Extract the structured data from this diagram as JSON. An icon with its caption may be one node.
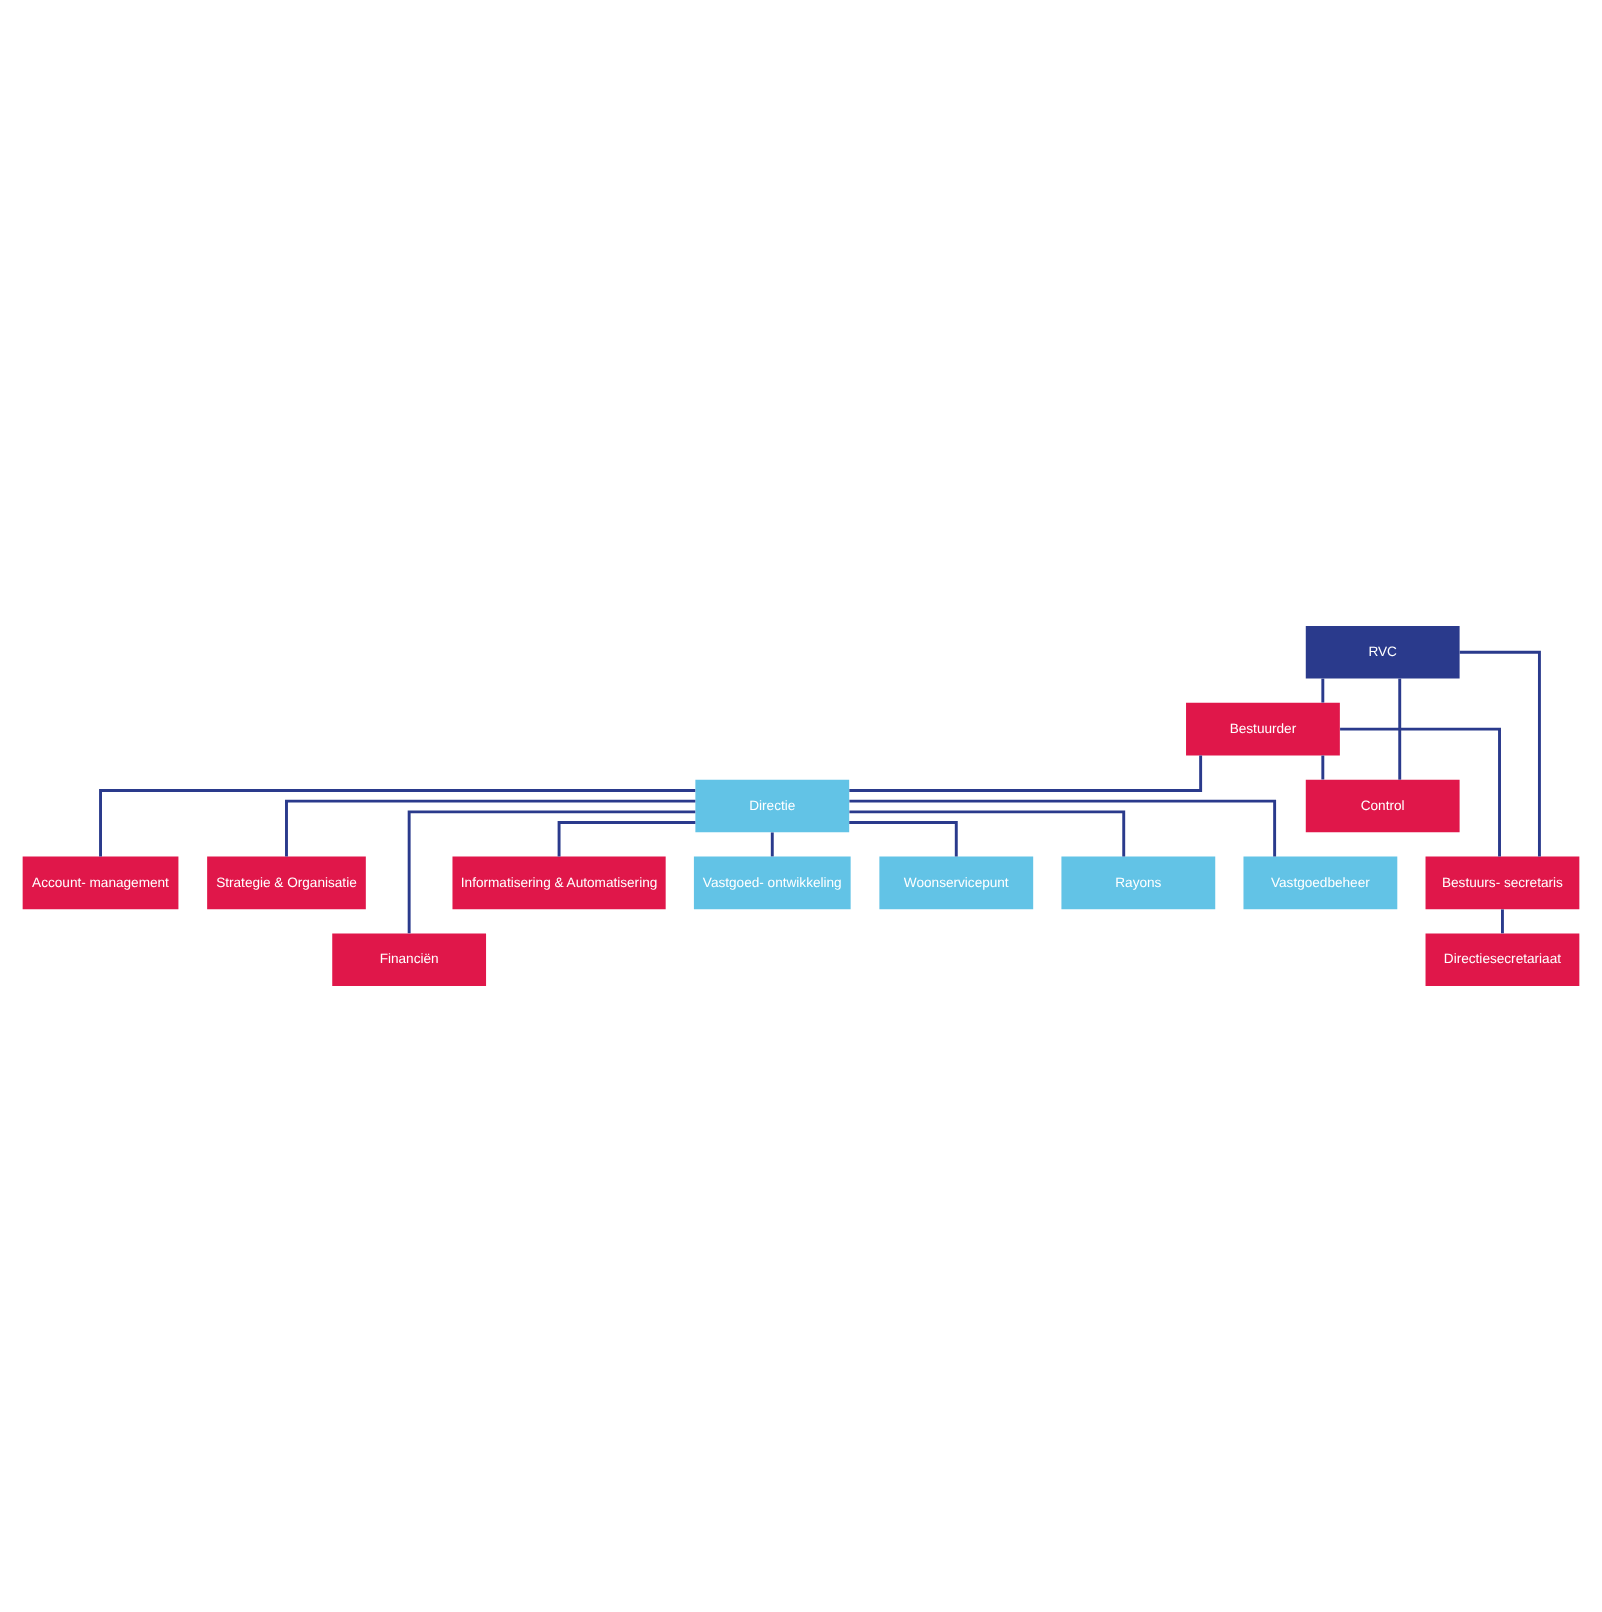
{
  "diagram": {
    "nodes": [
      {
        "text": [
          "RVC"
        ]
      },
      {
        "text": [
          "Bestuurder"
        ]
      },
      {
        "text": [
          "Directie"
        ]
      },
      {
        "text": [
          "Control"
        ]
      },
      {
        "text": [
          "Bestuurs- secretaris"
        ]
      },
      {
        "text": [
          "Directiesecretariaat"
        ]
      },
      {
        "text": [
          "Account- management"
        ]
      },
      {
        "text": [
          "Strategie & Organisatie"
        ]
      },
      {
        "text": [
          "Financiën"
        ]
      },
      {
        "text": [
          "Informatisering & Automatisering"
        ]
      },
      {
        "text": [
          "Vastgoed- ontwikkeling"
        ]
      },
      {
        "text": [
          "Woonservicepunt"
        ]
      },
      {
        "text": [
          "Rayons"
        ]
      },
      {
        "text": [
          "Vastgoedbeheer"
        ]
      }
    ],
    "edges": [
      {
        "from": 0,
        "to": 1,
        "arrow": "none"
      },
      {
        "from": 1,
        "to": 2,
        "arrow": "none"
      },
      {
        "from": 0,
        "to": 3,
        "arrow": "none"
      },
      {
        "from": 0,
        "to": 4,
        "arrow": "none"
      },
      {
        "from": 1,
        "to": 3,
        "arrow": "none"
      },
      {
        "from": 1,
        "to": 4,
        "arrow": "none"
      },
      {
        "from": 4,
        "to": 5,
        "arrow": "none"
      },
      {
        "from": 2,
        "to": 7,
        "arrow": "none"
      },
      {
        "from": 2,
        "to": 8,
        "arrow": "none"
      },
      {
        "from": 2,
        "to": 9,
        "arrow": "none"
      },
      {
        "from": 2,
        "to": 6,
        "arrow": "none"
      },
      {
        "from": 2,
        "to": 10,
        "arrow": "none"
      },
      {
        "from": 2,
        "to": 11,
        "arrow": "none"
      },
      {
        "from": 2,
        "to": 12,
        "arrow": "none"
      },
      {
        "from": 2,
        "to": 13,
        "arrow": "none"
      }
    ]
  }
}
